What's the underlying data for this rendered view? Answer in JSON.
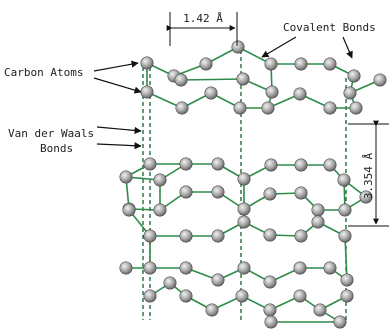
{
  "labels": {
    "carbon_atoms": "Carbon Atoms",
    "covalent_bonds": "Covalent Bonds",
    "vdw_line1": "Van der Waals",
    "vdw_line2": "Bonds",
    "bond_length": "1.42 Å",
    "layer_spacing": "3.354 Å"
  },
  "colors": {
    "bond": "#2e8b4a",
    "vdw": "#1f6e35",
    "atom_light": "#e6e6e6",
    "atom_dark": "#6a6a6a"
  }
}
